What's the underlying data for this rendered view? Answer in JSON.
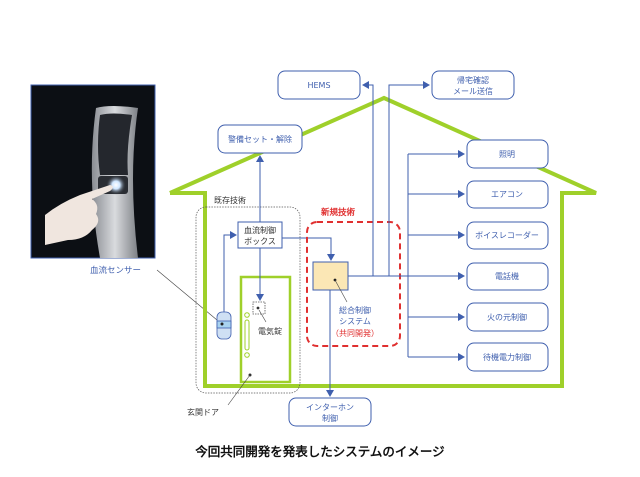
{
  "colors": {
    "house_outline": "#9fd02a",
    "box_border": "#3f5fae",
    "arrow": "#3f5fae",
    "new_tech_dash": "#e03030",
    "control_box_fill": "#fbe7b5",
    "photo_bg": "#0c0f14"
  },
  "photo": {
    "alt": "Finger touching blood-flow sensor panel"
  },
  "sensor_label": "血流センサー",
  "existing_tech": {
    "title": "既存技術",
    "control_box": [
      "血流制御",
      "ボックス"
    ],
    "electric_lock": "電気錠",
    "entrance_door": "玄関ドア"
  },
  "new_tech": {
    "title": "新規技術",
    "system_lines": [
      "総合制御",
      "システム"
    ],
    "joint_dev": "（共同開発）"
  },
  "top_boxes": {
    "security": "警備セット・解除",
    "hems": "HEMS",
    "return_mail": [
      "帰宅確認",
      "メール送信"
    ]
  },
  "right_boxes": [
    "照明",
    "エアコン",
    "ボイスレコーダー",
    "電話機",
    "火の元制御",
    "待機電力制御"
  ],
  "intercom": [
    "インターホン",
    "制御"
  ],
  "caption": "今回共同開発を発表したシステムのイメージ"
}
